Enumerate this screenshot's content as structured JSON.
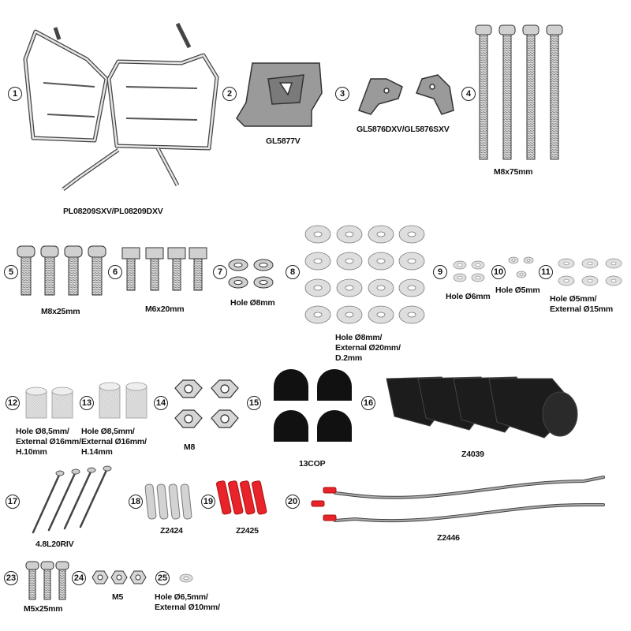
{
  "parts": [
    {
      "number": "1",
      "code": "PL08209SXV/PL08209DXV"
    },
    {
      "number": "2",
      "code": "GL5877V"
    },
    {
      "number": "3",
      "code": "GL5876DXV/GL5876SXV"
    },
    {
      "number": "4",
      "code": "M8x75mm"
    },
    {
      "number": "5",
      "code": "M8x25mm"
    },
    {
      "number": "6",
      "code": "M6x20mm"
    },
    {
      "number": "7",
      "code": "Hole Ø8mm"
    },
    {
      "number": "8",
      "lines": [
        "Hole Ø8mm/",
        "External Ø20mm/",
        "D.2mm"
      ]
    },
    {
      "number": "9",
      "code": "Hole Ø6mm"
    },
    {
      "number": "10",
      "code": "Hole Ø5mm"
    },
    {
      "number": "11",
      "lines": [
        "Hole Ø5mm/",
        "External Ø15mm"
      ]
    },
    {
      "number": "12",
      "lines": [
        "Hole Ø8,5mm/",
        "External Ø16mm/",
        "H.10mm"
      ]
    },
    {
      "number": "13",
      "lines": [
        "Hole Ø8,5mm/",
        "External Ø16mm/",
        "H.14mm"
      ]
    },
    {
      "number": "14",
      "code": "M8"
    },
    {
      "number": "15",
      "code": "13COP"
    },
    {
      "number": "16",
      "code": "Z4039"
    },
    {
      "number": "17",
      "code": "4.8L20RIV"
    },
    {
      "number": "18",
      "code": "Z2424"
    },
    {
      "number": "19",
      "code": "Z2425"
    },
    {
      "number": "20",
      "code": "Z2446"
    },
    {
      "number": "23",
      "code": "M5x25mm"
    },
    {
      "number": "24",
      "code": "M5"
    },
    {
      "number": "25",
      "lines": [
        "Hole Ø6,5mm/",
        "External Ø10mm/"
      ]
    }
  ],
  "colors": {
    "line": "#333333",
    "metal": "#cfcfcf",
    "cap": "#111111",
    "red": "#e8232a",
    "spacer": "#d8d8d8"
  }
}
